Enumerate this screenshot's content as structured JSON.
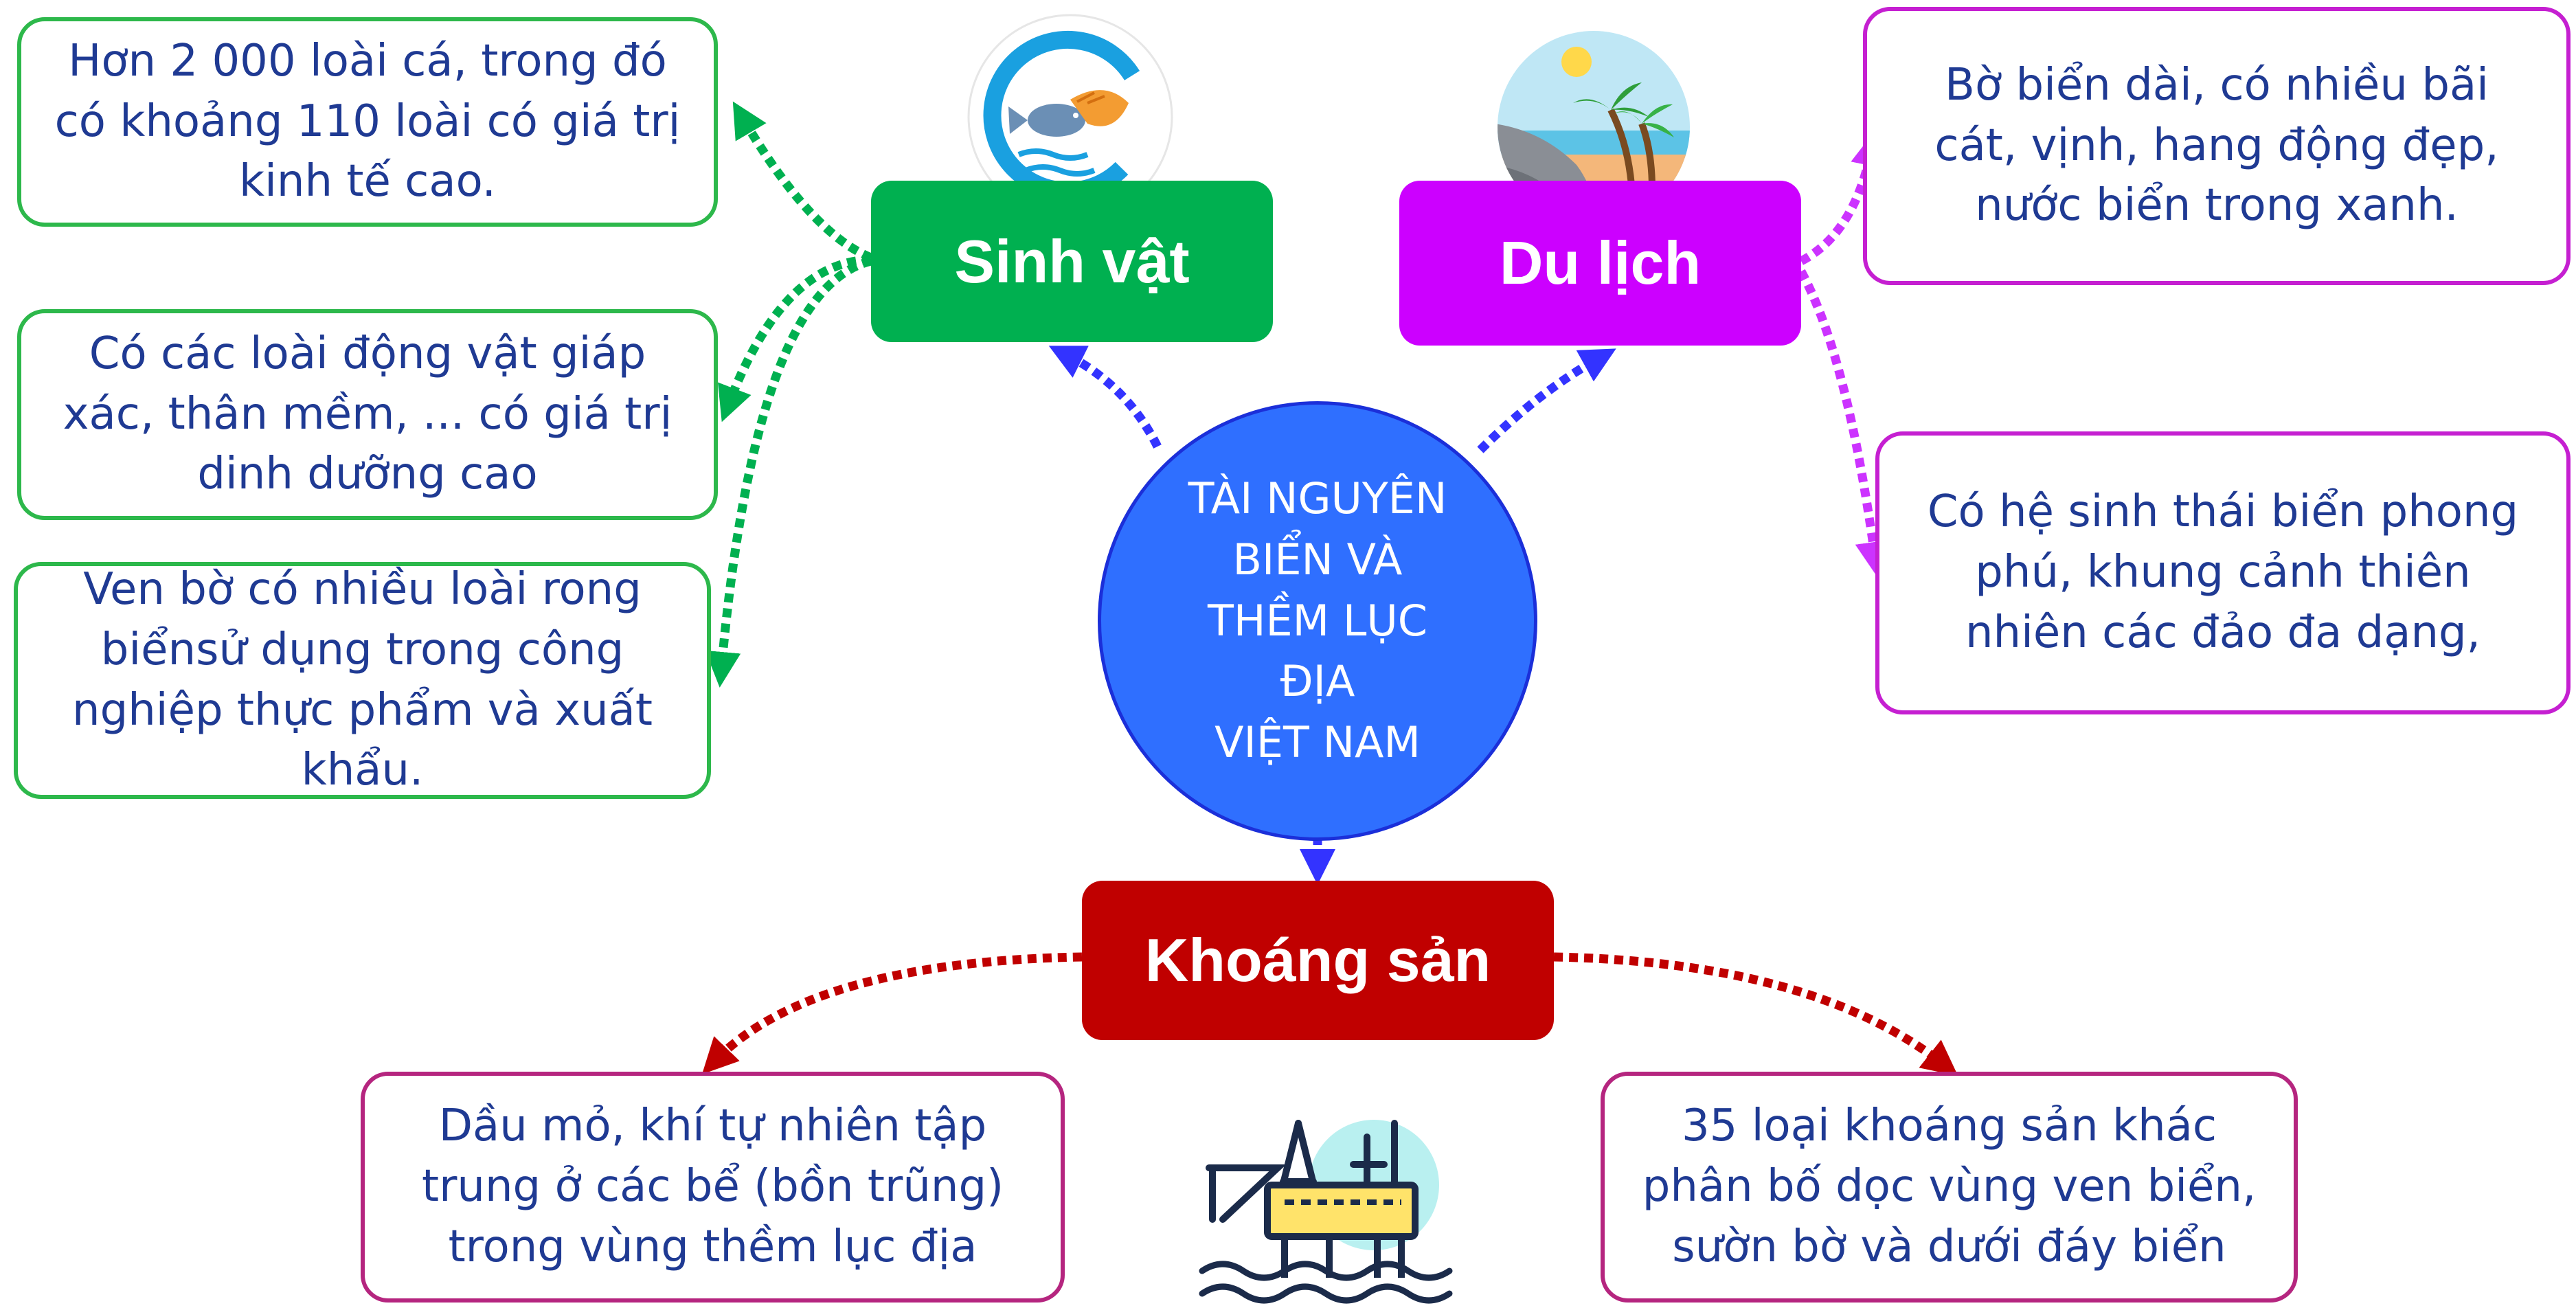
{
  "center": {
    "lines": [
      "TÀI NGUYÊN",
      "BIỂN VÀ",
      "THỀM LỤC",
      "ĐỊA",
      "VIỆT NAM"
    ]
  },
  "categories": {
    "bio": {
      "label": "Sinh vật",
      "color": "#00b050"
    },
    "tourism": {
      "label": "Du lịch",
      "color": "#cc00ff"
    },
    "minerals": {
      "label": "Khoáng sản",
      "color": "#c00000"
    }
  },
  "bio_notes": [
    "Hơn 2 000 loài cá, trong đó có khoảng 110 loài có giá trị kinh tế cao.",
    "Có các loài động vật giáp xác, thân mềm, ... có giá trị dinh dưỡng cao",
    "Ven bờ có nhiều loài rong biểnsử dụng trong công nghiệp thực phẩm và xuất khẩu."
  ],
  "tourism_notes": [
    "Bờ biển dài, có nhiều bãi cát, vịnh, hang động đẹp, nước biển trong xanh.",
    "Có hệ sinh thái biển phong phú, khung cảnh thiên nhiên các đảo đa dạng,"
  ],
  "mineral_notes": [
    "Dầu mỏ, khí tự nhiên tập trung ở các bể (bồn trũng) trong vùng thềm lục địa",
    "35 loại khoáng sản khác phân bố dọc vùng ven biển, sườn bờ và dưới đáy biển"
  ],
  "icons": [
    "fish-shrimp-icon",
    "beach-palm-icon",
    "oil-rig-icon"
  ]
}
